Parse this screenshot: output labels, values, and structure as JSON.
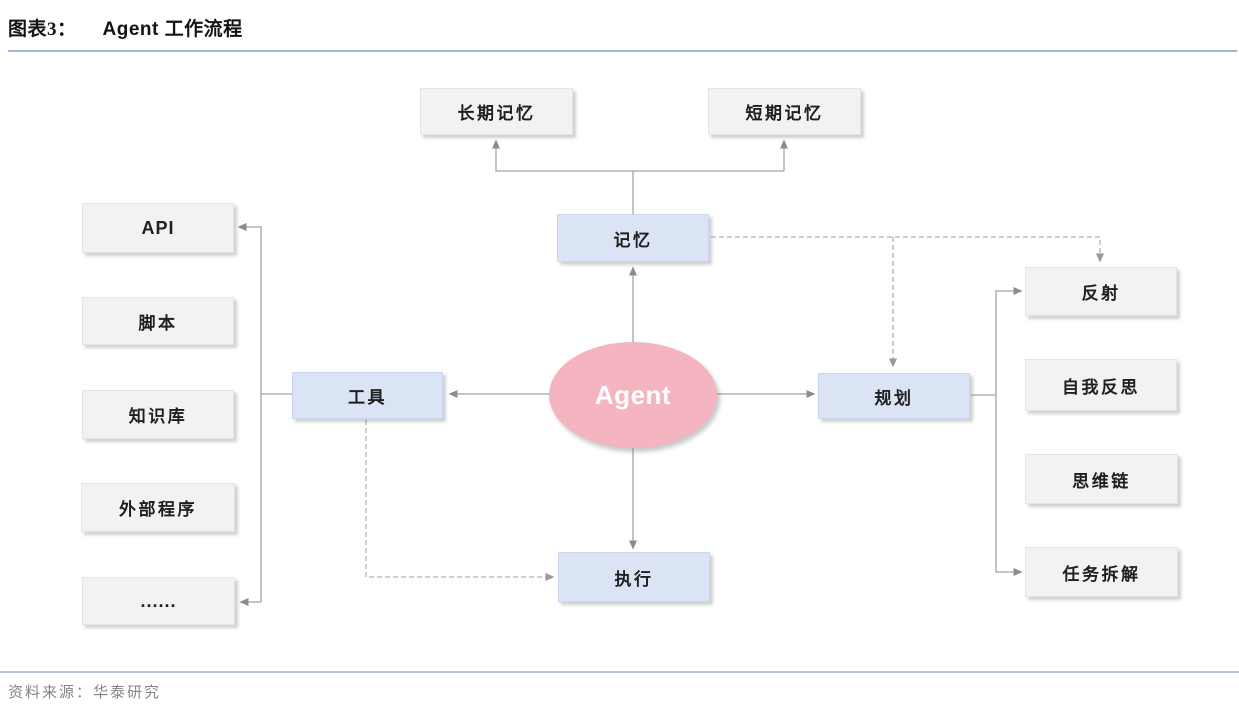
{
  "header": {
    "figure_label": "图表3：",
    "figure_title": "Agent 工作流程"
  },
  "footer": {
    "source_text": "资料来源：华泰研究"
  },
  "colors": {
    "header_rule": "#9db6d6",
    "footer_rule": "#b7c2d2",
    "blue_node_bg": "#dbe4f4",
    "gray_node_bg": "#f2f2f2",
    "agent_ellipse_bg": "#f4b5c0",
    "connector_solid": "#a3a3a3",
    "connector_dashed": "#b3b3b3"
  },
  "diagram": {
    "agent": {
      "label": "Agent"
    },
    "nodes": {
      "long_term_memory": {
        "label": "长期记忆"
      },
      "short_term_memory": {
        "label": "短期记忆"
      },
      "memory": {
        "label": "记忆"
      },
      "tools": {
        "label": "工具"
      },
      "planning": {
        "label": "规划"
      },
      "execution": {
        "label": "执行"
      },
      "api": {
        "label": "API"
      },
      "script": {
        "label": "脚本"
      },
      "knowledge_base": {
        "label": "知识库"
      },
      "external_program": {
        "label": "外部程序"
      },
      "more": {
        "label": "......"
      },
      "reflection": {
        "label": "反射"
      },
      "self_reflection": {
        "label": "自我反思"
      },
      "chain_of_thought": {
        "label": "思维链"
      },
      "task_decomposition": {
        "label": "任务拆解"
      }
    }
  }
}
